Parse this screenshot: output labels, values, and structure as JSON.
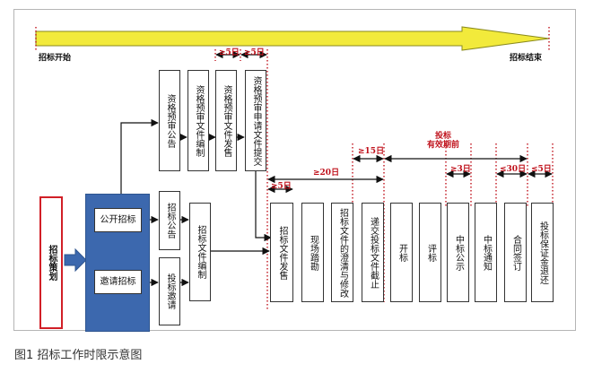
{
  "diagram": {
    "start_label": "招标开始",
    "end_label": "招标结束",
    "planning_box": "招标策划",
    "methods": {
      "open": "公开招标",
      "invite": "邀请招标"
    },
    "prequal_steps": {
      "notice": "资格预审公告",
      "doc_prep": "资格预审文件编制",
      "doc_issue": "资格预审文件发售",
      "submit": "资格预审申请文件提交"
    },
    "bid_announce": "招标公告",
    "bid_invite": "投标邀请",
    "bid_doc_prep": "招标文件编制",
    "main_steps": {
      "doc_issue": "招标文件发售",
      "site_visit": "现场踏勘",
      "clarify": "招标文件的澄清与修改",
      "deadline": "递交投标文件截止",
      "open": "开标",
      "evaluate": "评标",
      "publicity": "中标公示",
      "notice": "中标通知",
      "contract": "合同签订",
      "deposit_return": "投标保证金退还"
    },
    "durations": {
      "d1": "≥5日",
      "d2": "≥5日",
      "d3": "≥5日",
      "d4": "≥20日",
      "d5": "≥15日",
      "d6": "≥3日",
      "d7": "≤30日",
      "d8": "≤5日",
      "validity": "投标\n有效期前"
    },
    "caption": "图1  招标工作时限示意图",
    "colors": {
      "red": "#c0131d",
      "blue": "#3c68ae",
      "arrow_fill": "#f2ea3b",
      "arrow_stroke": "#8a8a1e"
    }
  }
}
